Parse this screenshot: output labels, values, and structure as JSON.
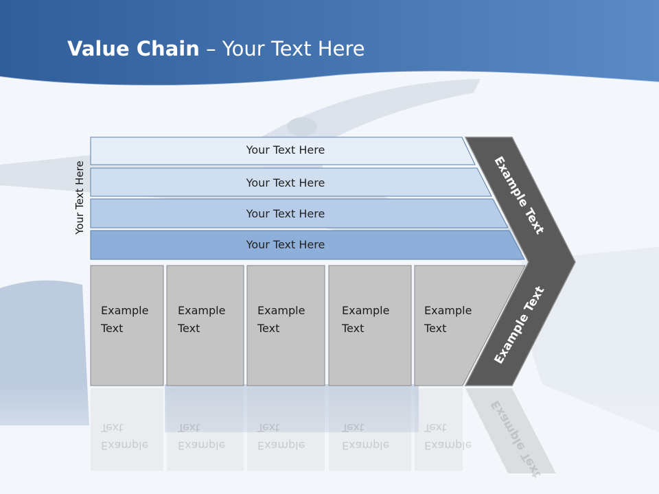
{
  "title": {
    "bold": "Value Chain",
    "rest": " – Your Text Here"
  },
  "side_label": "Your Text Here",
  "rows": [
    {
      "label": "Your Text Here",
      "fill": "#e6eef8"
    },
    {
      "label": "Your Text Here",
      "fill": "#d0dff0"
    },
    {
      "label": "Your Text Here",
      "fill": "#b6cce8"
    },
    {
      "label": "Your Text Here",
      "fill": "#8eafd9"
    }
  ],
  "boxes": [
    {
      "line1": "Example",
      "line2": "Text"
    },
    {
      "line1": "Example",
      "line2": "Text"
    },
    {
      "line1": "Example",
      "line2": "Text"
    },
    {
      "line1": "Example",
      "line2": "Text"
    },
    {
      "line1": "Example",
      "line2": "Text"
    }
  ],
  "chevron": {
    "upper": "Example Text",
    "lower": "Example Text"
  },
  "colors": {
    "header": "#3e6ea8",
    "chevron": "#5a5a5a",
    "box": "#c4c4c4",
    "row_border": "#5b7fa6"
  }
}
